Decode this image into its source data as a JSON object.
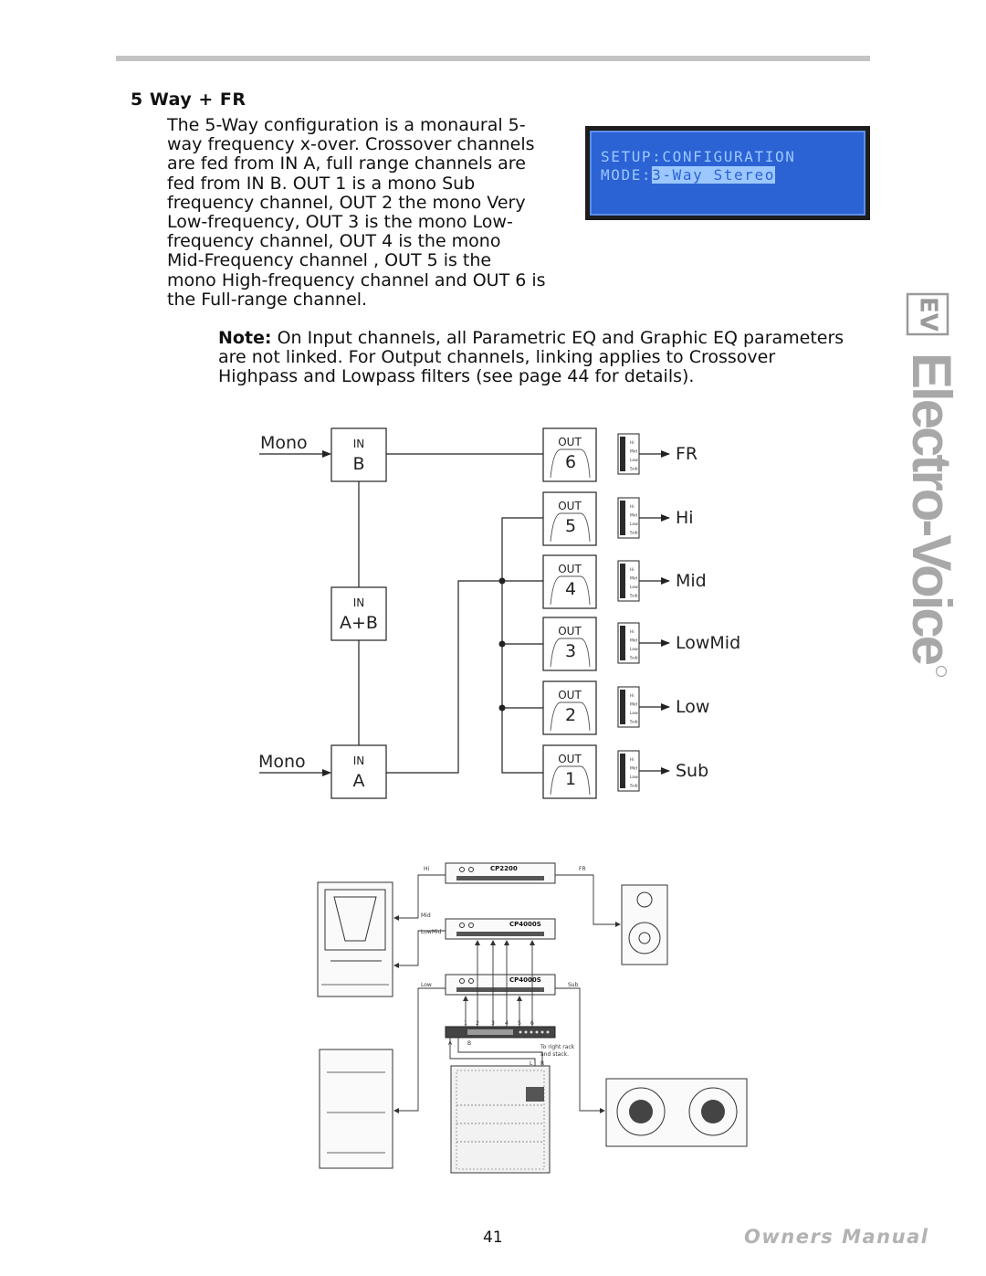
{
  "section": {
    "heading": "5 Way + FR",
    "paragraph_lines": [
      "The 5-Way configuration is a monaural 5-",
      "way frequency x-over. Crossover channels",
      "are fed from IN A, full range channels are",
      "fed from IN B. OUT 1 is a mono Sub",
      "frequency channel, OUT 2 the mono Very",
      "Low-frequency, OUT 3 is the mono Low-",
      "frequency channel, OUT 4 is the mono",
      "Mid-Frequency channel , OUT 5 is the",
      "mono High-frequency channel and OUT 6 is",
      "the Full-range channel."
    ]
  },
  "lcd": {
    "line1": "SETUP:CONFIGURATION",
    "line2_label": "MODE:",
    "line2_value": "3-Way Stereo",
    "colors": {
      "background": "#2b62d4",
      "text": "#9cc8ff",
      "frame": "#1d1d1d"
    }
  },
  "note": {
    "label": "Note:",
    "line1": " On Input channels, all Parametric EQ and Graphic EQ parameters",
    "line2": "are not linked. For Output channels, linking applies to Crossover",
    "line3": "Highpass and Lowpass filters (see page 44 for details)."
  },
  "brand": {
    "logo_text": "Electro-Voice",
    "badge": "EV"
  },
  "signal_flow": {
    "input_sources": [
      "Mono",
      "Mono"
    ],
    "inputs": [
      {
        "label": "IN",
        "name": "B"
      },
      {
        "label": "IN",
        "name": "A+B"
      },
      {
        "label": "IN",
        "name": "A"
      }
    ],
    "outputs": [
      {
        "label": "OUT",
        "number": "6",
        "band": "FR"
      },
      {
        "label": "OUT",
        "number": "5",
        "band": "Hi"
      },
      {
        "label": "OUT",
        "number": "4",
        "band": "Mid"
      },
      {
        "label": "OUT",
        "number": "3",
        "band": "LowMid"
      },
      {
        "label": "OUT",
        "number": "2",
        "band": "Low"
      },
      {
        "label": "OUT",
        "number": "1",
        "band": "Sub"
      }
    ],
    "meter_labels": [
      "Hi",
      "Mid",
      "Low",
      "Sub"
    ]
  },
  "rack": {
    "amps": [
      "CP2200",
      "CP4000S",
      "CP4000S"
    ],
    "wire_labels": {
      "hi": "Hi",
      "fr": "FR",
      "mid": "Mid",
      "lowmid": "LowMid",
      "low": "Low",
      "sub": "Sub",
      "a": "A",
      "b": "B",
      "l": "L",
      "r": "R"
    },
    "processor_outputs": [
      "1",
      "2",
      "3",
      "4",
      "5",
      "6"
    ],
    "note_line1": "To right rack",
    "note_line2": "and stack."
  },
  "footer": {
    "page_number": "41",
    "manual_title": "Owners Manual"
  }
}
